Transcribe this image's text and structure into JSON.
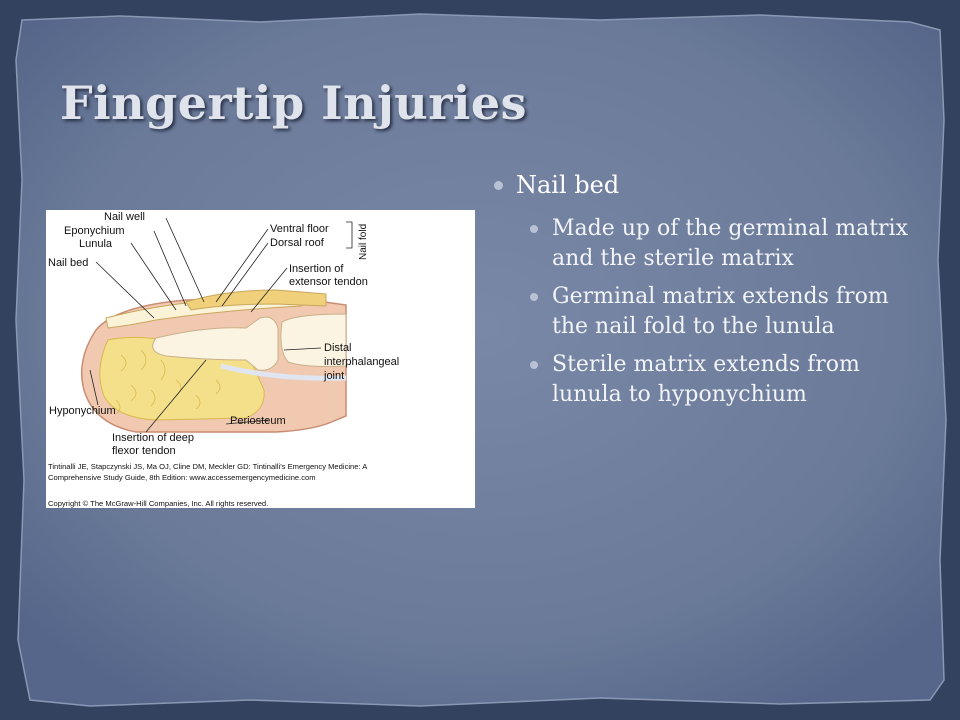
{
  "title": "Fingertip Injuries",
  "main_bullet": "Nail bed",
  "sub_bullets": [
    "Made up of the germinal matrix and the sterile matrix",
    "Germinal matrix extends from the nail fold to the lunula",
    "Sterile matrix extends from lunula to hyponychium"
  ],
  "figure": {
    "labels": {
      "nail_well": "Nail well",
      "eponychium": "Eponychium",
      "lunula": "Lunula",
      "nail_bed": "Nail bed",
      "ventral_floor": "Ventral floor",
      "dorsal_roof": "Dorsal roof",
      "nail_fold": "Nail fold",
      "insertion_extensor_1": "Insertion of",
      "insertion_extensor_2": "extensor tendon",
      "distal_1": "Distal",
      "distal_2": "interphalangeal",
      "distal_3": "joint",
      "hyponychium": "Hyponychium",
      "periosteum": "Periosteum",
      "insertion_flexor_1": "Insertion of deep",
      "insertion_flexor_2": "flexor tendon"
    },
    "citation_1": "Tintinalli JE, Stapczynski JS, Ma OJ, Cline DM, Meckler GD: Tintinalli's Emergency Medicine: A",
    "citation_2": "Comprehensive Study Guide, 8th Edition: www.accessemergencymedicine.com",
    "copyright": "Copyright © The McGraw-Hill Companies, Inc. All rights reserved."
  },
  "colors": {
    "background": "#3a4a6b",
    "panel": "#6f7f9c",
    "title": "#dfe3ec",
    "text": "#ffffff",
    "bullet": "#b9c1d4"
  }
}
